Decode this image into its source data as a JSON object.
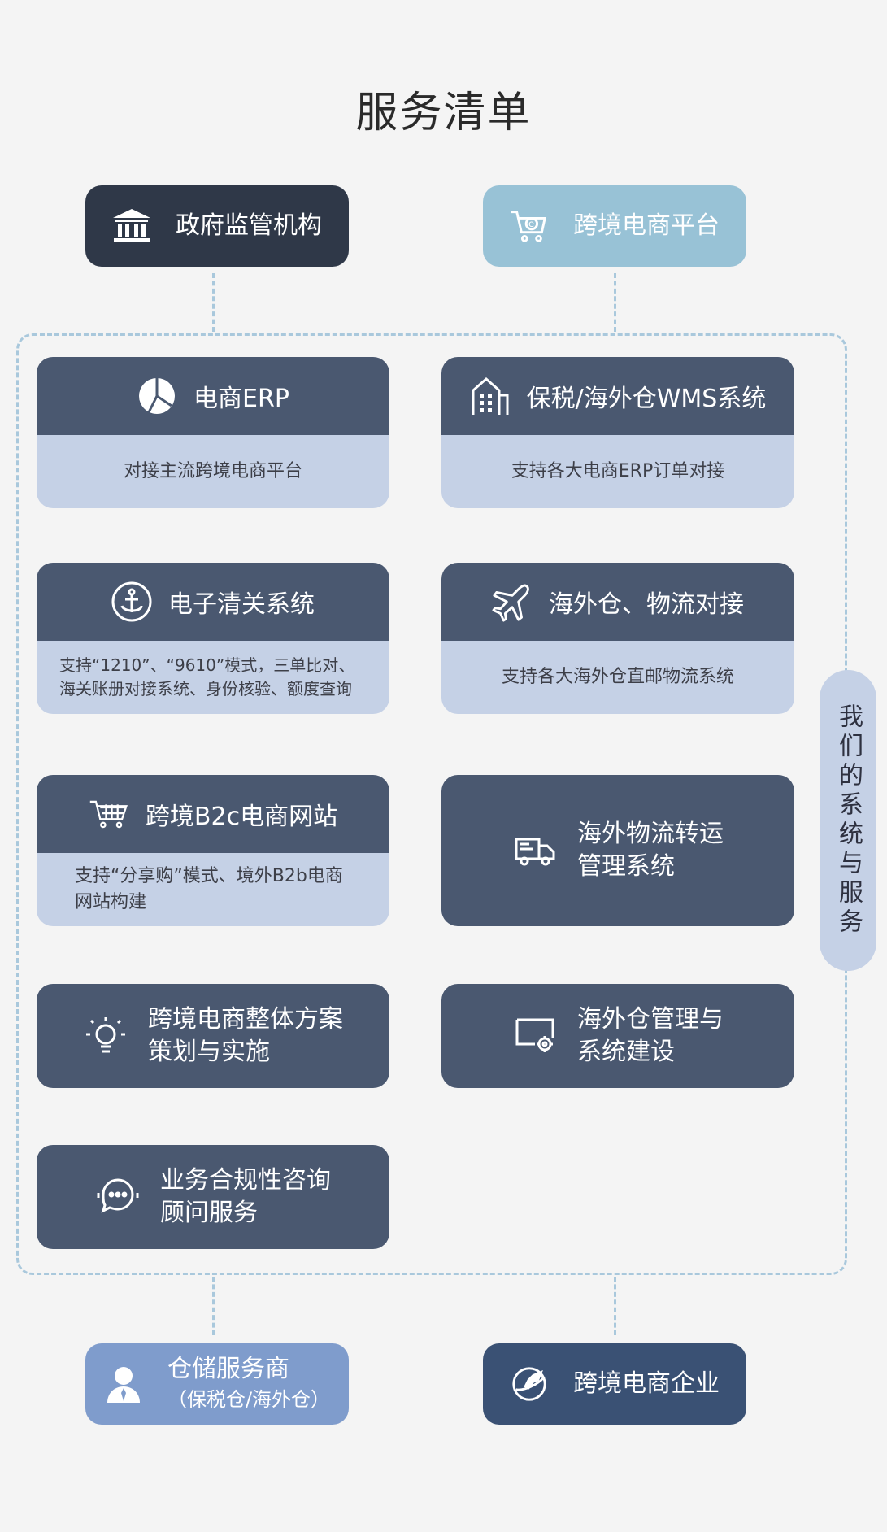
{
  "title": "服务清单",
  "top": {
    "left": {
      "label": "政府监管机构",
      "icon": "bank-icon",
      "color": "#2f3848"
    },
    "right": {
      "label": "跨境电商平台",
      "icon": "shopping-cart-icon",
      "color": "#98c2d6"
    }
  },
  "side_label": "我们的系统与服务",
  "cards": [
    {
      "title": "电商ERP",
      "icon": "pie-chart-icon",
      "desc": "对接主流跨境电商平台"
    },
    {
      "title": "保税/海外仓WMS系统",
      "icon": "building-icon",
      "desc": "支持各大电商ERP订单对接"
    },
    {
      "title": "电子清关系统",
      "icon": "anchor-icon",
      "desc": "支持“1210”、“9610”模式，三单比对、海关账册对接系统、身份核验、额度查询"
    },
    {
      "title": "海外仓、物流对接",
      "icon": "airplane-icon",
      "desc": "支持各大海外仓直邮物流系统"
    },
    {
      "title": "跨境B2c电商网站",
      "icon": "cart-icon",
      "desc": "支持“分享购”模式、境外B2b电商网站构建"
    }
  ],
  "solids": [
    {
      "line1": "海外物流转运",
      "line2": "管理系统",
      "icon": "truck-icon"
    },
    {
      "line1": "跨境电商整体方案",
      "line2": "策划与实施",
      "icon": "lightbulb-icon"
    },
    {
      "line1": "海外仓管理与",
      "line2": "系统建设",
      "icon": "monitor-gear-icon"
    },
    {
      "line1": "业务合规性咨询",
      "line2": "顾问服务",
      "icon": "chat-bubble-icon"
    }
  ],
  "bottom": {
    "left": {
      "line1": "仓储服务商",
      "line2": "（保税仓/海外仓）",
      "icon": "person-icon",
      "color": "#7f9ccc"
    },
    "right": {
      "label": "跨境电商企业",
      "icon": "globe-plane-icon",
      "color": "#3a5174"
    }
  }
}
